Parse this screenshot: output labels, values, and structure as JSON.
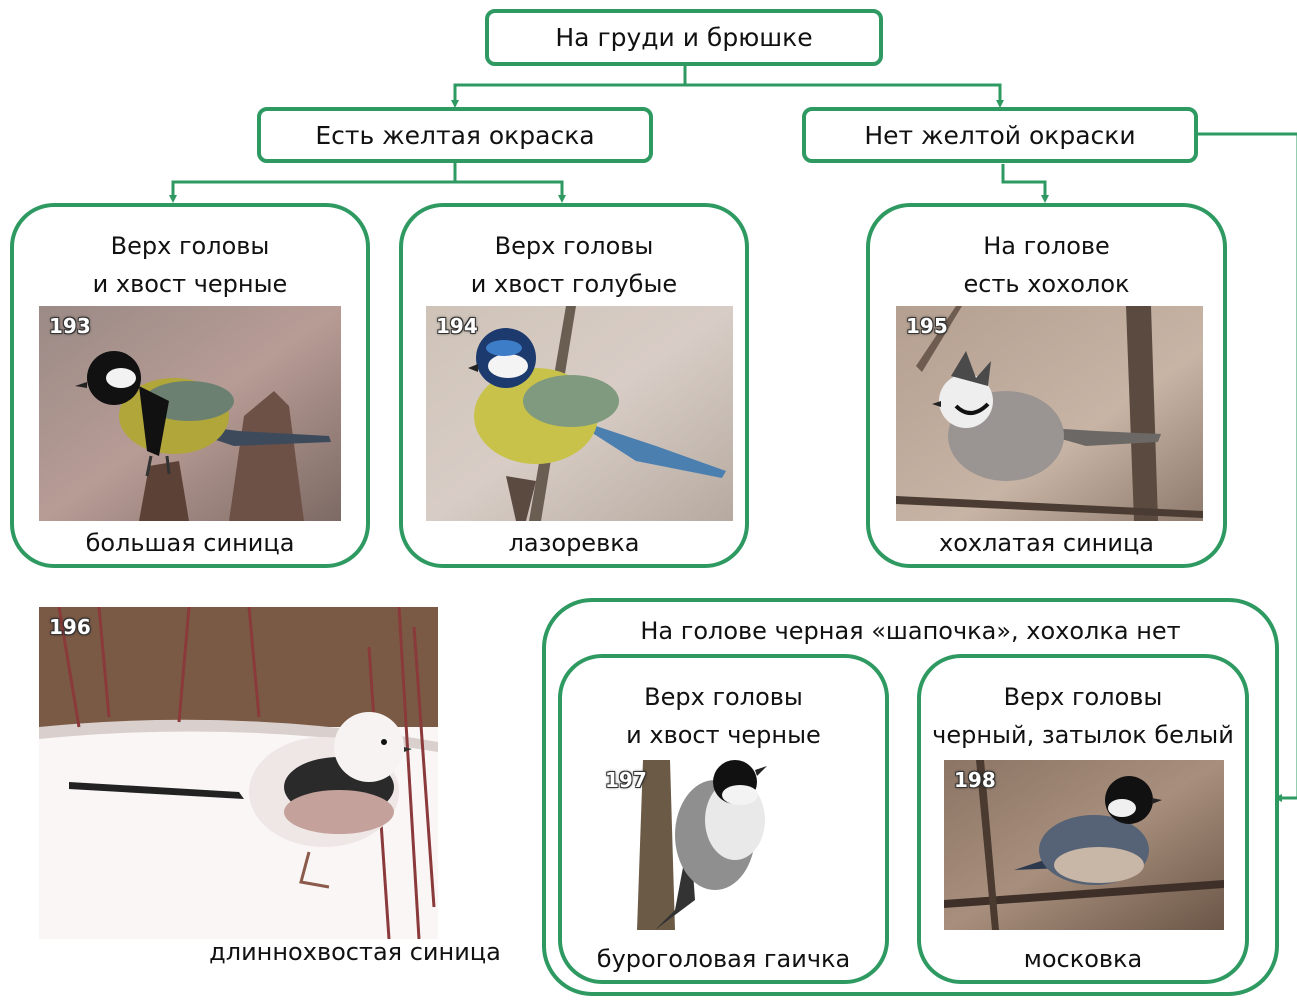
{
  "root": {
    "label": "На груди и брюшке"
  },
  "yellow": {
    "label": "Есть желтая окраска"
  },
  "no_yellow": {
    "label": "Нет желтой окраски"
  },
  "cards": {
    "great_tit": {
      "title_line1": "Верх головы",
      "title_line2": "и хвост черные",
      "number": "193",
      "caption": "большая синица"
    },
    "blue_tit": {
      "title_line1": "Верх головы",
      "title_line2": "и хвост голубые",
      "number": "194",
      "caption": "лазоревка"
    },
    "crested_tit": {
      "title_line1": "На голове",
      "title_line2": "есть хохолок",
      "number": "195",
      "caption": "хохлатая синица"
    },
    "willow_tit": {
      "title_line1": "Верх головы",
      "title_line2": "и хвост черные",
      "number": "197",
      "caption": "буроголовая гаичка"
    },
    "coal_tit": {
      "title_line1": "Верх головы",
      "title_line2": "черный, затылок белый",
      "number": "198",
      "caption": "московка"
    }
  },
  "black_cap_group": {
    "title": "На голове черная «шапочка», хохолка нет"
  },
  "long_tailed_tit": {
    "number": "196",
    "caption": "длиннохвостая синица"
  },
  "colors": {
    "border": "#2e9a62",
    "arrow": "#2e9a62"
  }
}
